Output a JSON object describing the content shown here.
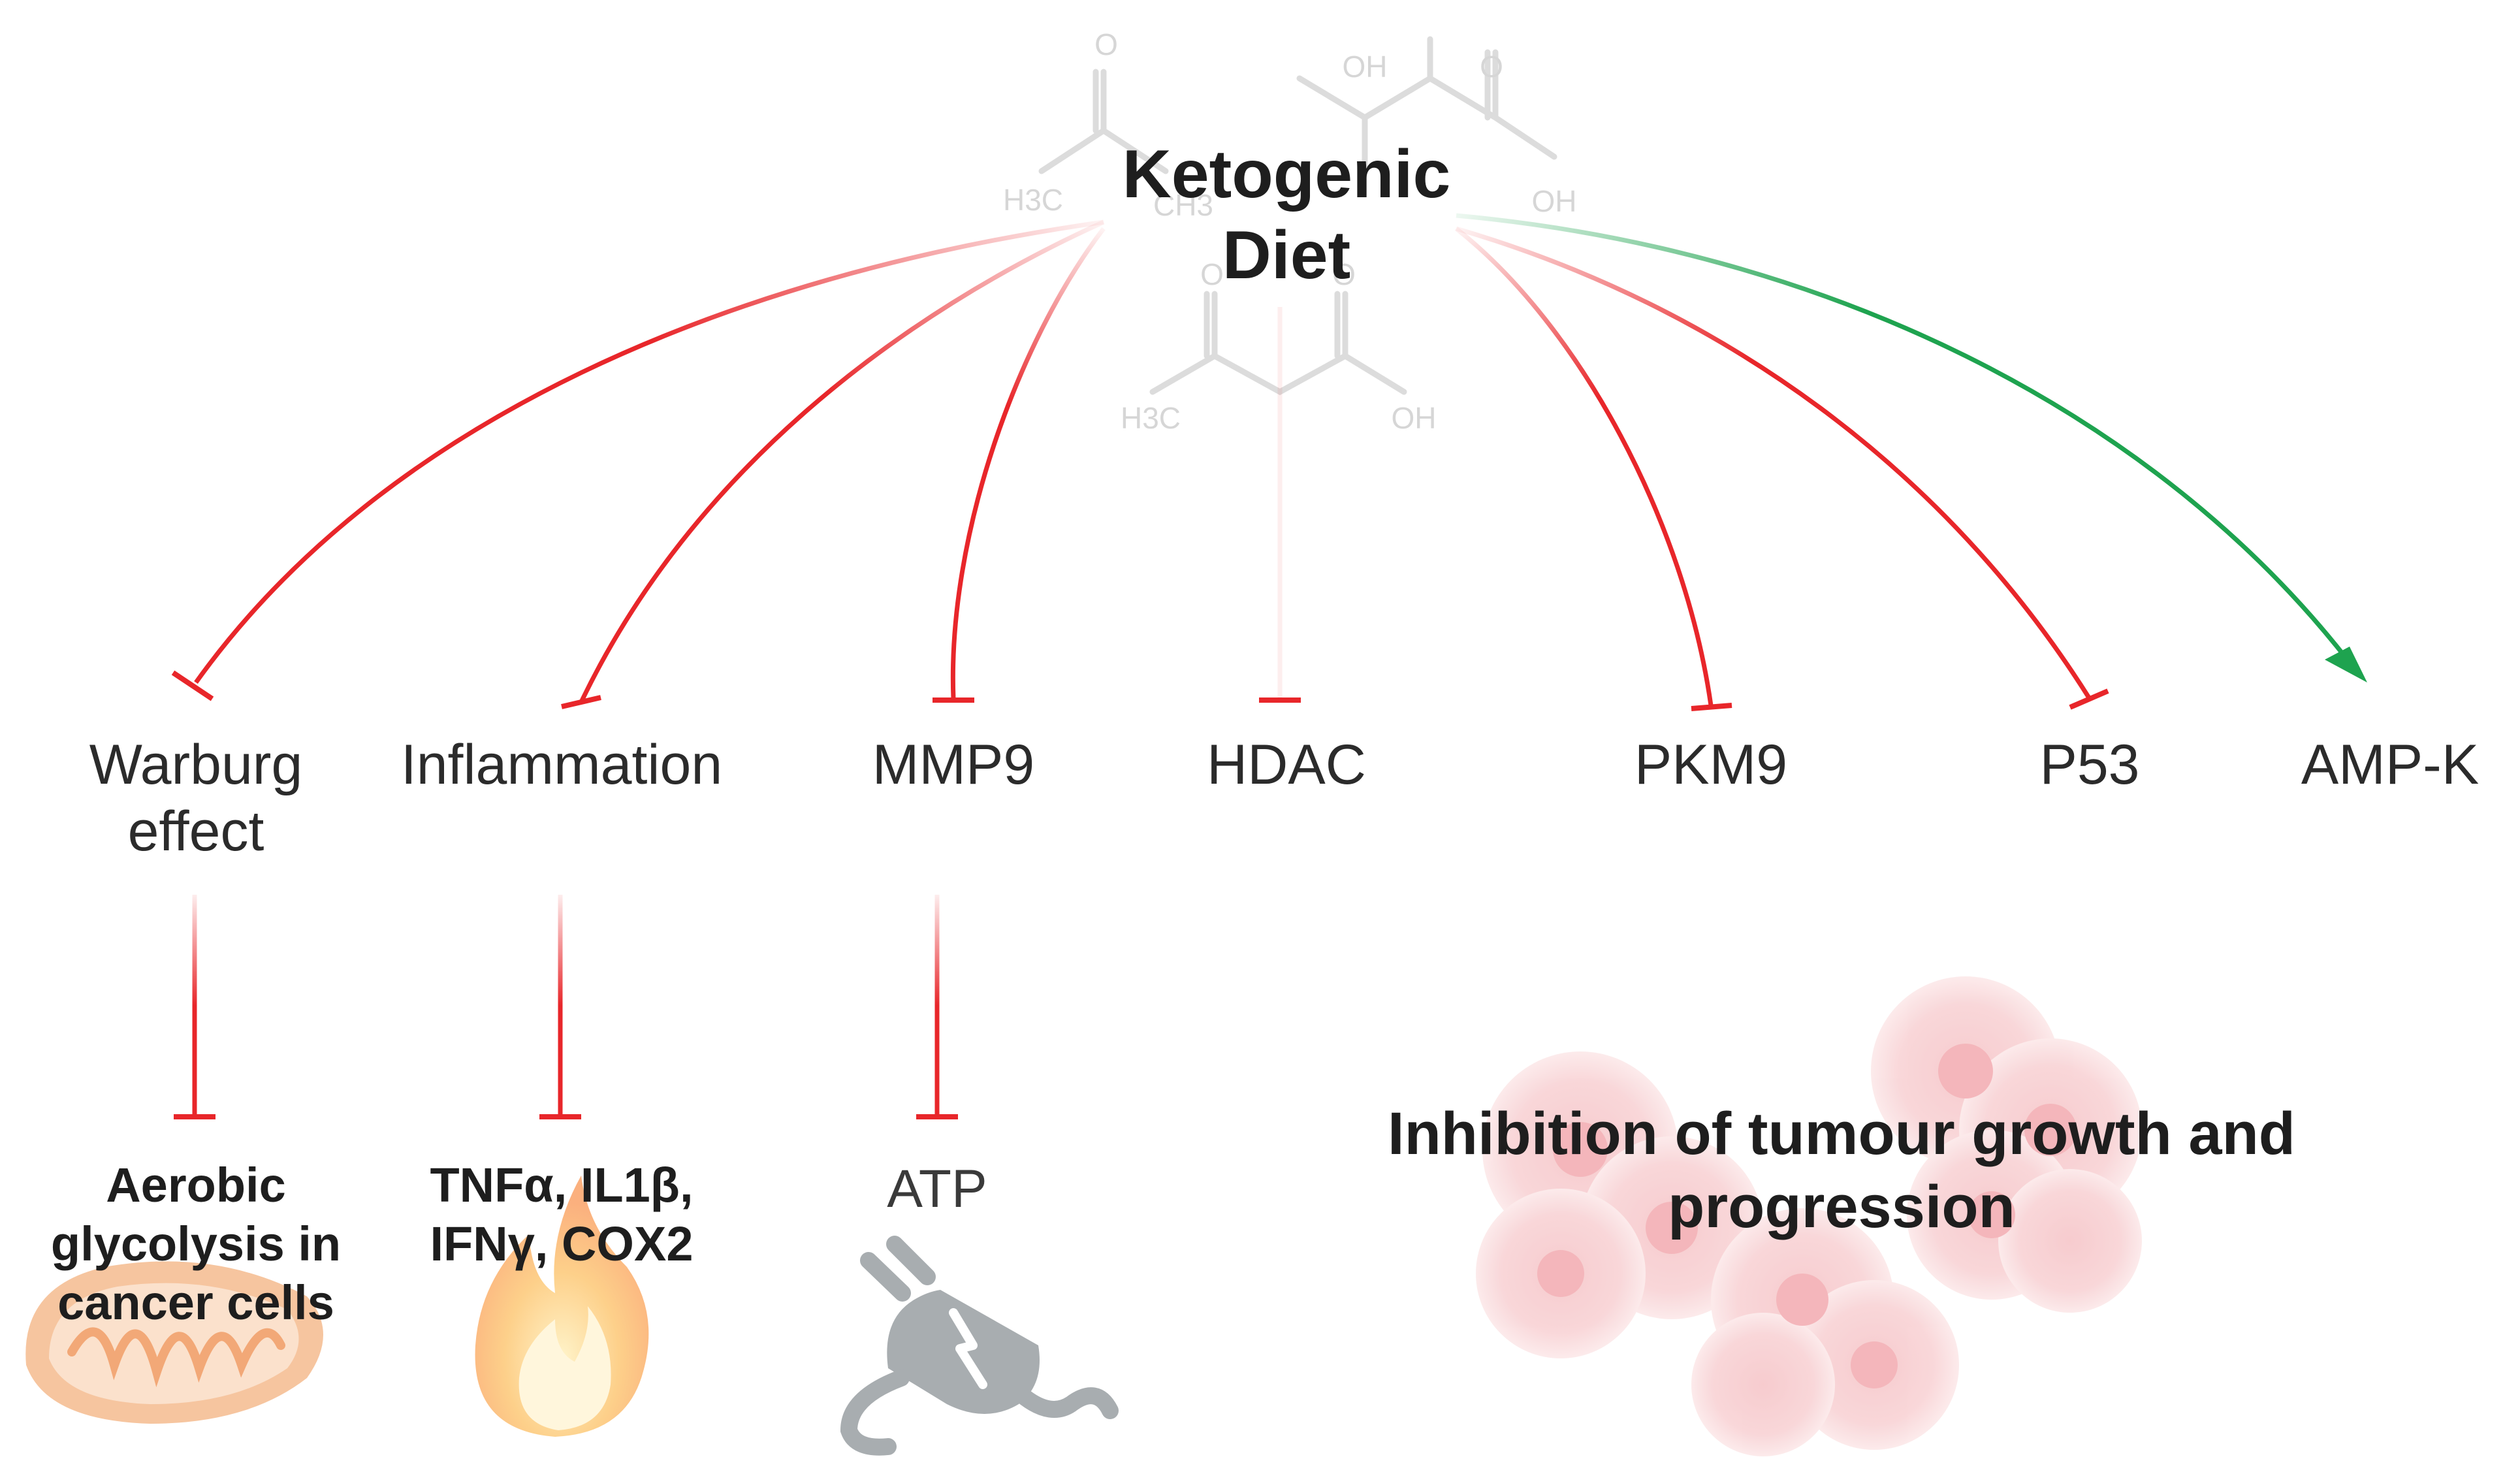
{
  "title": "Ketogenic Diet",
  "targets": [
    {
      "id": "warburg",
      "label": "Warburg effect",
      "effect": "inhibit"
    },
    {
      "id": "inflammation",
      "label": "Inflammation",
      "effect": "inhibit"
    },
    {
      "id": "mmp9",
      "label": "MMP9",
      "effect": "inhibit"
    },
    {
      "id": "hdac",
      "label": "HDAC",
      "effect": "inhibit"
    },
    {
      "id": "pkm9",
      "label": "PKM9",
      "effect": "inhibit"
    },
    {
      "id": "p53",
      "label": "P53",
      "effect": "inhibit"
    },
    {
      "id": "ampk",
      "label": "AMP-K",
      "effect": "activate"
    }
  ],
  "downstream": [
    {
      "from": "warburg",
      "label": "Aerobic glycolysis in cancer cells",
      "icon": "mitochondrion-icon",
      "effect": "inhibit"
    },
    {
      "from": "inflammation",
      "label": "TNFα, IL1β, IFNγ, COX2",
      "icon": "flame-icon",
      "effect": "inhibit"
    },
    {
      "from": "mmp9",
      "label": "ATP",
      "icon": "power-plug-icon",
      "effect": "inhibit"
    }
  ],
  "outcome": {
    "label": "Inhibition of tumour growth and progression",
    "icon": "tumour-cells-icon"
  },
  "background_molecules": {
    "m1_oh": "OH",
    "m1_o": "O",
    "m1_h3c": "H3C",
    "m1_ch3": "CH3",
    "m2_o": "O",
    "m2_oh": "OH",
    "m3_o1": "O",
    "m3_o2": "O",
    "m3_h3c": "H3C",
    "m3_oh": "OH"
  },
  "colors": {
    "inhibit": "#e8262a",
    "activate": "#1ea34f",
    "text": "#2b2b2b",
    "molecule": "#d9d9d9"
  }
}
